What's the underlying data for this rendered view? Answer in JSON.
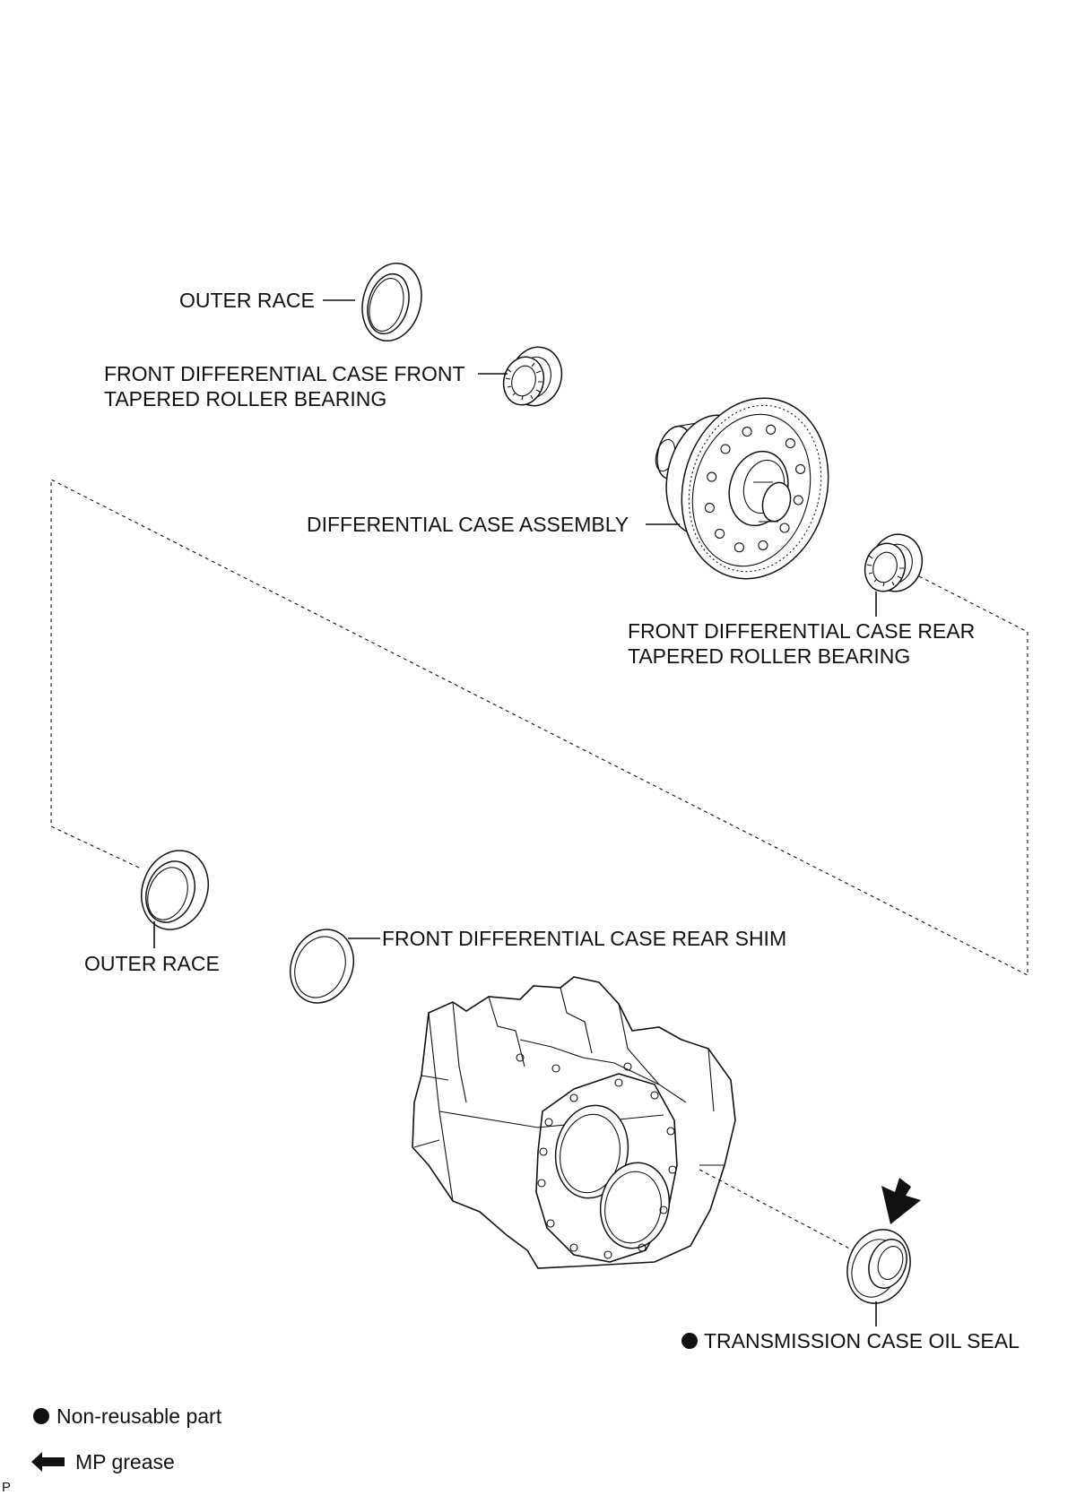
{
  "labels": {
    "outer_race_top": "OUTER RACE",
    "front_bearing_1": "FRONT DIFFERENTIAL CASE FRONT",
    "front_bearing_2": "TAPERED ROLLER BEARING",
    "diff_case": "DIFFERENTIAL CASE ASSEMBLY",
    "rear_bearing_1": "FRONT DIFFERENTIAL CASE REAR",
    "rear_bearing_2": "TAPERED ROLLER BEARING",
    "outer_race_bottom": "OUTER RACE",
    "rear_shim": "FRONT DIFFERENTIAL CASE REAR SHIM",
    "oil_seal": "TRANSMISSION CASE OIL SEAL"
  },
  "legend": {
    "non_reusable": "Non-reusable part",
    "mp_grease": "MP grease"
  },
  "corner_mark": "P",
  "icons": {
    "non_reusable": "filled-circle-icon",
    "grease": "left-arrow-icon"
  }
}
